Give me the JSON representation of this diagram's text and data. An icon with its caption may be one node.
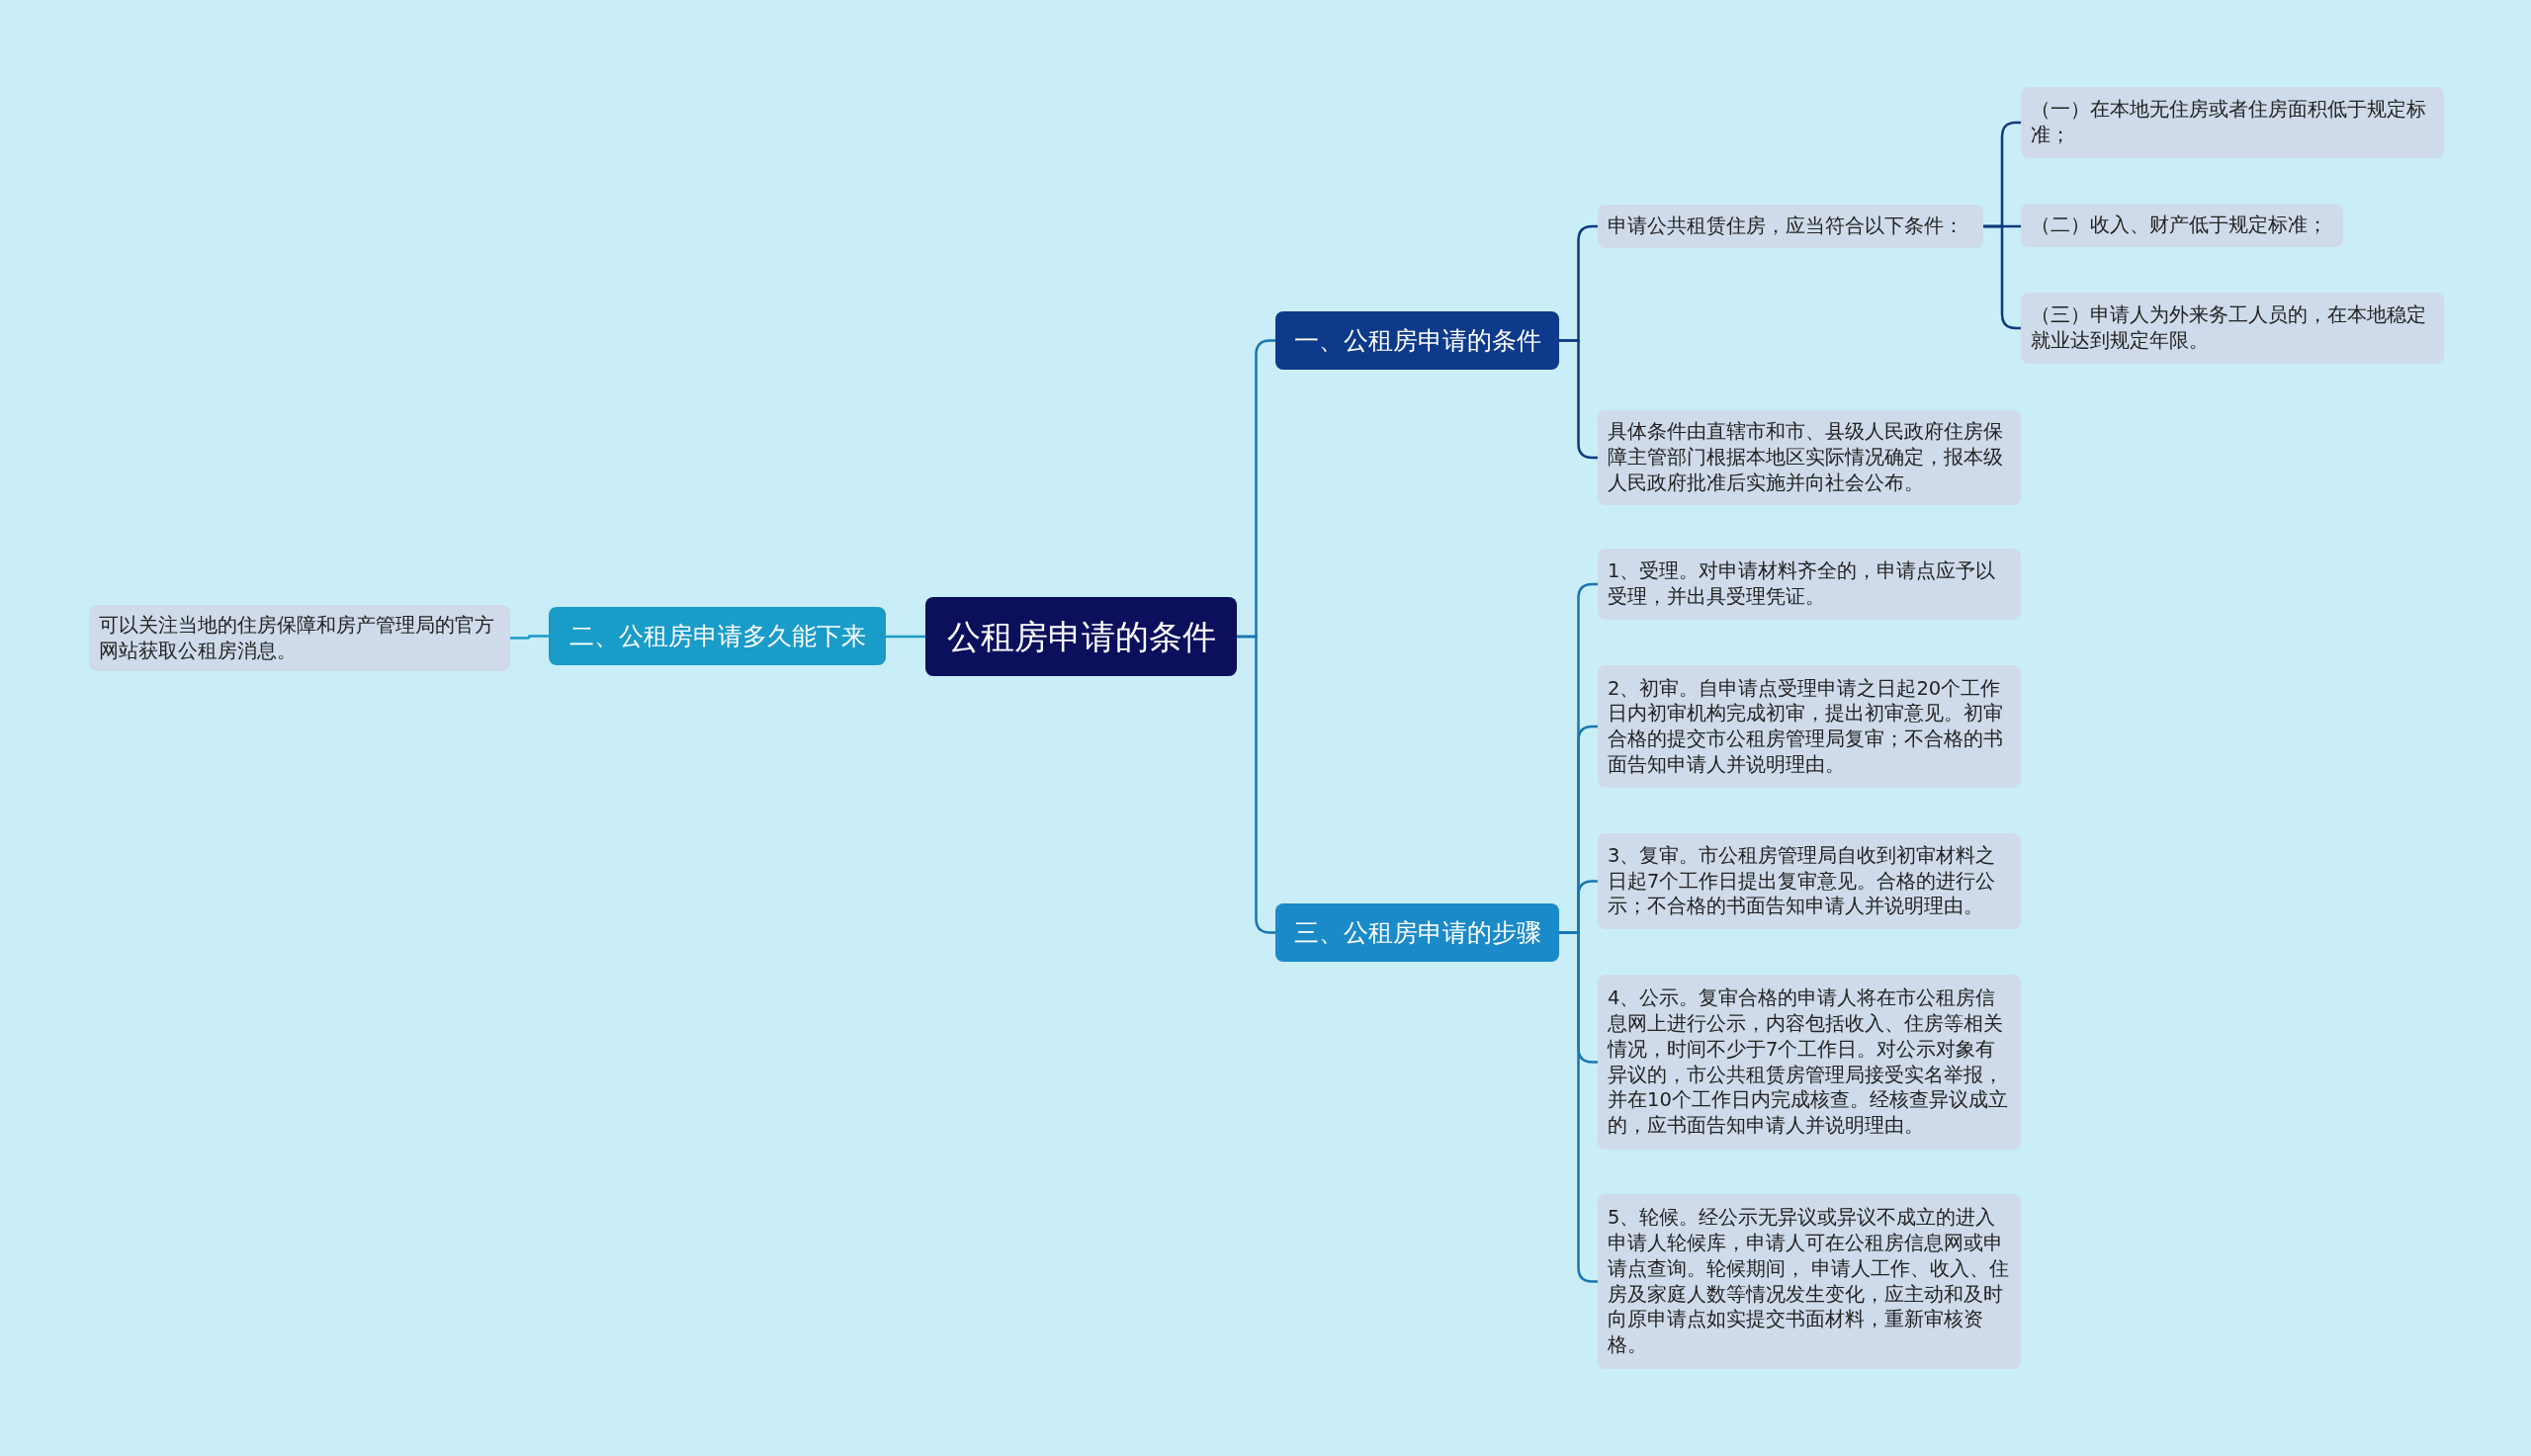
{
  "diagram": {
    "nodes": [
      {
        "text": [
          "公租房申请的条件"
        ]
      },
      {
        "text": [
          "一、公租房申请的条件"
        ]
      },
      {
        "text": [
          "申请公共租赁住房，应当符合以下条件："
        ]
      },
      {
        "text": [
          "（一）在本地无住房或者住房面积低于规定标准；"
        ]
      },
      {
        "text": [
          "（二）收入、财产低于规定标准；"
        ]
      },
      {
        "text": [
          "（三）申请人为外来务工人员的，在本地稳定就业达到规定年限。"
        ]
      },
      {
        "text": [
          "具体条件由直辖市和市、县级人民政府住房保障主管部门根据本地区实际情况确定，报本级人民政府批准后实施并向社会公布。"
        ]
      },
      {
        "text": [
          "二、公租房申请多久能下来"
        ]
      },
      {
        "text": [
          "可以关注当地的住房保障和房产管理局的官方网站获取公租房消息。"
        ]
      },
      {
        "text": [
          "三、公租房申请的步骤"
        ]
      },
      {
        "text": [
          "1、受理。对申请材料齐全的，申请点应予以受理，并出具受理凭证。"
        ]
      },
      {
        "text": [
          "2、初审。自申请点受理申请之日起20个工作日内初审机构完成初审，提出初审意见。初审合格的提交市公租房管理局复审；不合格的书面告知申请人并说明理由。"
        ]
      },
      {
        "text": [
          "3、复审。市公租房管理局自收到初审材料之日起7个工作日提出复审意见。合格的进行公示；不合格的书面告知申请人并说明理由。"
        ]
      },
      {
        "text": [
          "4、公示。复审合格的申请人将在市公租房信息网上进行公示，内容包括收入、住房等相关情况，时间不少于7个工作日。对公示对象有异议的，市公共租赁房管理局接受实名举报，并在10个工作日内完成核查。经核查异议成立的，应书面告知申请人并说明理由。"
        ]
      },
      {
        "text": [
          "5、轮候。经公示无异议或异议不成立的进入申请人轮候库，申请人可在公租房信息网或申请点查询。轮候期间， 申请人工作、收入、住房及家庭人数等情况发生变化，应主动和及时向原申请点如实提交书面材料，重新审核资格。"
        ]
      }
    ],
    "edges": [
      {
        "from": 0,
        "to": 1,
        "arrow": "none"
      },
      {
        "from": 1,
        "to": 2,
        "arrow": "none",
        "color": "#0d3a80"
      },
      {
        "from": 2,
        "to": 3,
        "arrow": "none",
        "color": "#0d3a80"
      },
      {
        "from": 2,
        "to": 4,
        "arrow": "none",
        "color": "#0d3a80"
      },
      {
        "from": 2,
        "to": 5,
        "arrow": "none",
        "color": "#0d3a80"
      },
      {
        "from": 1,
        "to": 6,
        "arrow": "none",
        "color": "#0d3a80"
      },
      {
        "from": 0,
        "to": 7,
        "arrow": "none",
        "color": "#1a9cc8"
      },
      {
        "from": 7,
        "to": 8,
        "arrow": "none",
        "color": "#1a9cc8"
      },
      {
        "from": 0,
        "to": 9,
        "arrow": "none"
      },
      {
        "from": 9,
        "to": 10,
        "arrow": "none"
      },
      {
        "from": 9,
        "to": 11,
        "arrow": "none"
      },
      {
        "from": 9,
        "to": 12,
        "arrow": "none"
      },
      {
        "from": 9,
        "to": 13,
        "arrow": "none"
      },
      {
        "from": 9,
        "to": 14,
        "arrow": "none"
      }
    ]
  }
}
